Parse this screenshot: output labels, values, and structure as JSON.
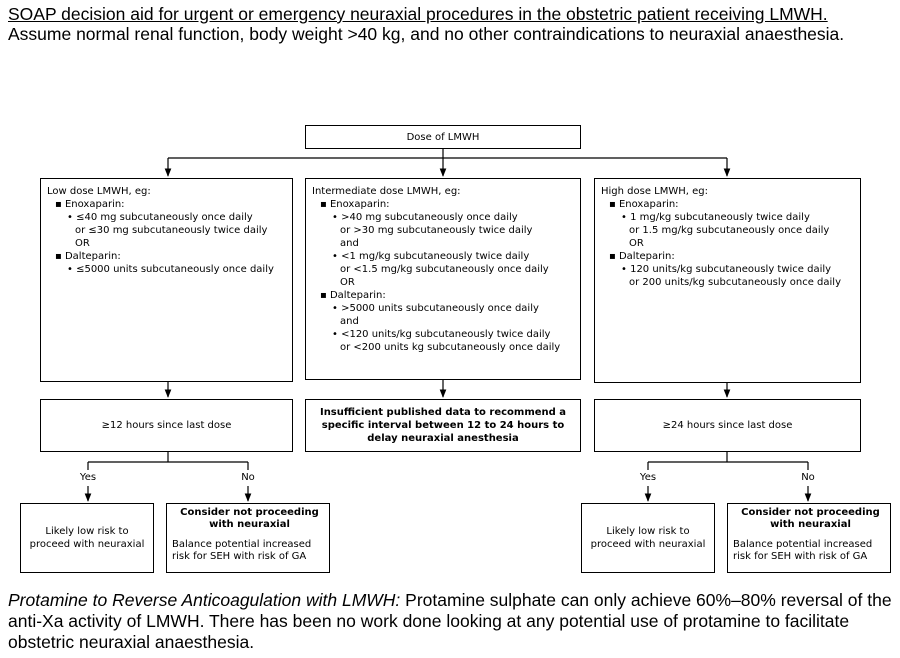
{
  "heading": {
    "underlined": "SOAP decision aid for urgent or emergency neuraxial procedures in the obstetric patient receiving LMWH.",
    "rest": " Assume normal renal function, body weight >40 kg, and no other contraindications to neuraxial anaesthesia."
  },
  "flowchart": {
    "root": "Dose of LMWH",
    "low": {
      "title": "Low dose LMWH, eg:",
      "enox_label": "Enoxaparin:",
      "enox_1a": "≤40 mg subcutaneously once daily",
      "enox_1b": "or ≤30 mg subcutaneously twice daily",
      "or": "OR",
      "dalte_label": "Dalteparin:",
      "dalte_1": "≤5000 units subcutaneously once daily"
    },
    "intermediate": {
      "title": "Intermediate dose LMWH, eg:",
      "enox_label": "Enoxaparin:",
      "enox_1a": ">40 mg subcutaneously once daily",
      "enox_1b": "or >30 mg subcutaneously twice daily",
      "and1": "and",
      "enox_2a": "<1 mg/kg subcutaneously twice daily",
      "enox_2b": "or <1.5 mg/kg subcutaneously once daily",
      "or": "OR",
      "dalte_label": "Dalteparin:",
      "dalte_1": ">5000 units subcutaneously once daily",
      "and2": "and",
      "dalte_2a": "<120 units/kg subcutaneously twice daily",
      "dalte_2b": "or <200 units kg subcutaneously once daily"
    },
    "high": {
      "title": "High dose LMWH, eg:",
      "enox_label": "Enoxaparin:",
      "enox_1a": "1 mg/kg subcutaneously twice daily",
      "enox_1b": "or 1.5 mg/kg subcutaneously once daily",
      "or": "OR",
      "dalte_label": "Dalteparin:",
      "dalte_1a": "120 units/kg subcutaneously twice daily",
      "dalte_1b": "or 200 units/kg subcutaneously once daily"
    },
    "low_interval": "≥12 hours since last dose",
    "mid_interval": "Insufficient published data to recommend a specific interval between 12 to 24 hours to delay neuraxial anesthesia",
    "high_interval": "≥24 hours since last dose",
    "yes": "Yes",
    "no": "No",
    "likely_low": "Likely low risk to proceed with neuraxial",
    "consider_title": "Consider not proceeding with neuraxial",
    "consider_sub": "Balance potential increased risk for SEH with risk of GA"
  },
  "footer": {
    "italic": "Protamine to Reverse Anticoagulation with LMWH:",
    "rest": " Protamine sulphate can only achieve 60%–80% reversal of the anti-Xa activity of LMWH. There has been no work done looking at any potential use of protamine to facilitate obstetric neuraxial anaesthesia."
  }
}
